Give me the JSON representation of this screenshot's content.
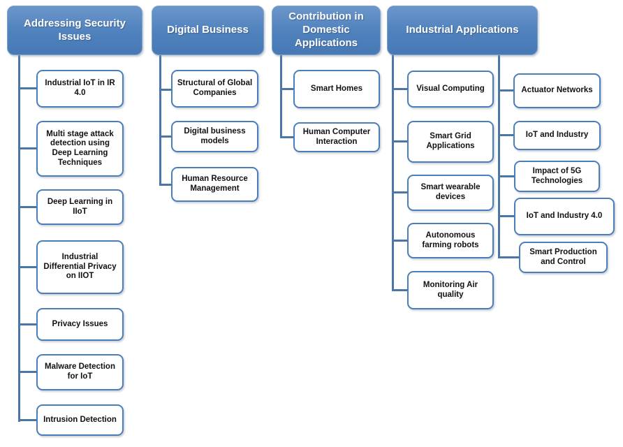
{
  "colors": {
    "background": "#ffffff",
    "header_fill": "#4f81bd",
    "header_text": "#ffffff",
    "node_fill": "#ffffff",
    "node_border": "#4a7ebb",
    "node_text": "#111111",
    "connector": "#4a76a8"
  },
  "columns": [
    {
      "header": "Addressing Security Issues",
      "items": [
        "Industrial IoT in IR 4.0",
        "Multi stage attack detection using Deep Learning Techniques",
        "Deep Learning in IIoT",
        "Industrial Differential Privacy on IIOT",
        "Privacy Issues",
        "Malware Detection for IoT",
        "Intrusion Detection"
      ]
    },
    {
      "header": "Digital Business",
      "items": [
        "Structural of Global Companies",
        "Digital business models",
        "Human Resource Management"
      ]
    },
    {
      "header": "Contribution in Domestic Applications",
      "items": [
        "Smart Homes",
        "Human Computer Interaction"
      ]
    },
    {
      "header": "Industrial Applications",
      "items": [
        "Visual Computing",
        "Smart Grid Applications",
        "Smart wearable devices",
        "Autonomous farming robots",
        "Monitoring Air quality"
      ],
      "items_right": [
        "Actuator Networks",
        "IoT and Industry",
        "Impact of 5G Technologies",
        "IoT and Industry 4.0",
        "Smart Production and Control"
      ]
    }
  ]
}
